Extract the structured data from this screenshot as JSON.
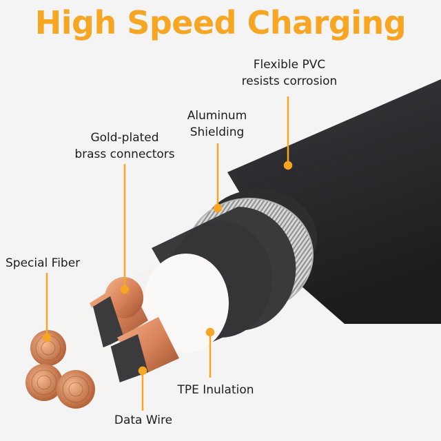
{
  "title": "High Speed Charging",
  "colors": {
    "accent": "#F6A623",
    "jacket": "#2b2b2e",
    "copper": "#d9835a",
    "text": "#1d1d1d"
  },
  "callouts": {
    "flexible_pvc": "Flexible PVC\nresists corrosion",
    "aluminum": "Aluminum\nShielding",
    "gold_plated": "Gold-plated\nbrass connectors",
    "special_fiber": "Special Fiber",
    "tpe": "TPE Inulation",
    "data_wire": "Data Wire"
  }
}
